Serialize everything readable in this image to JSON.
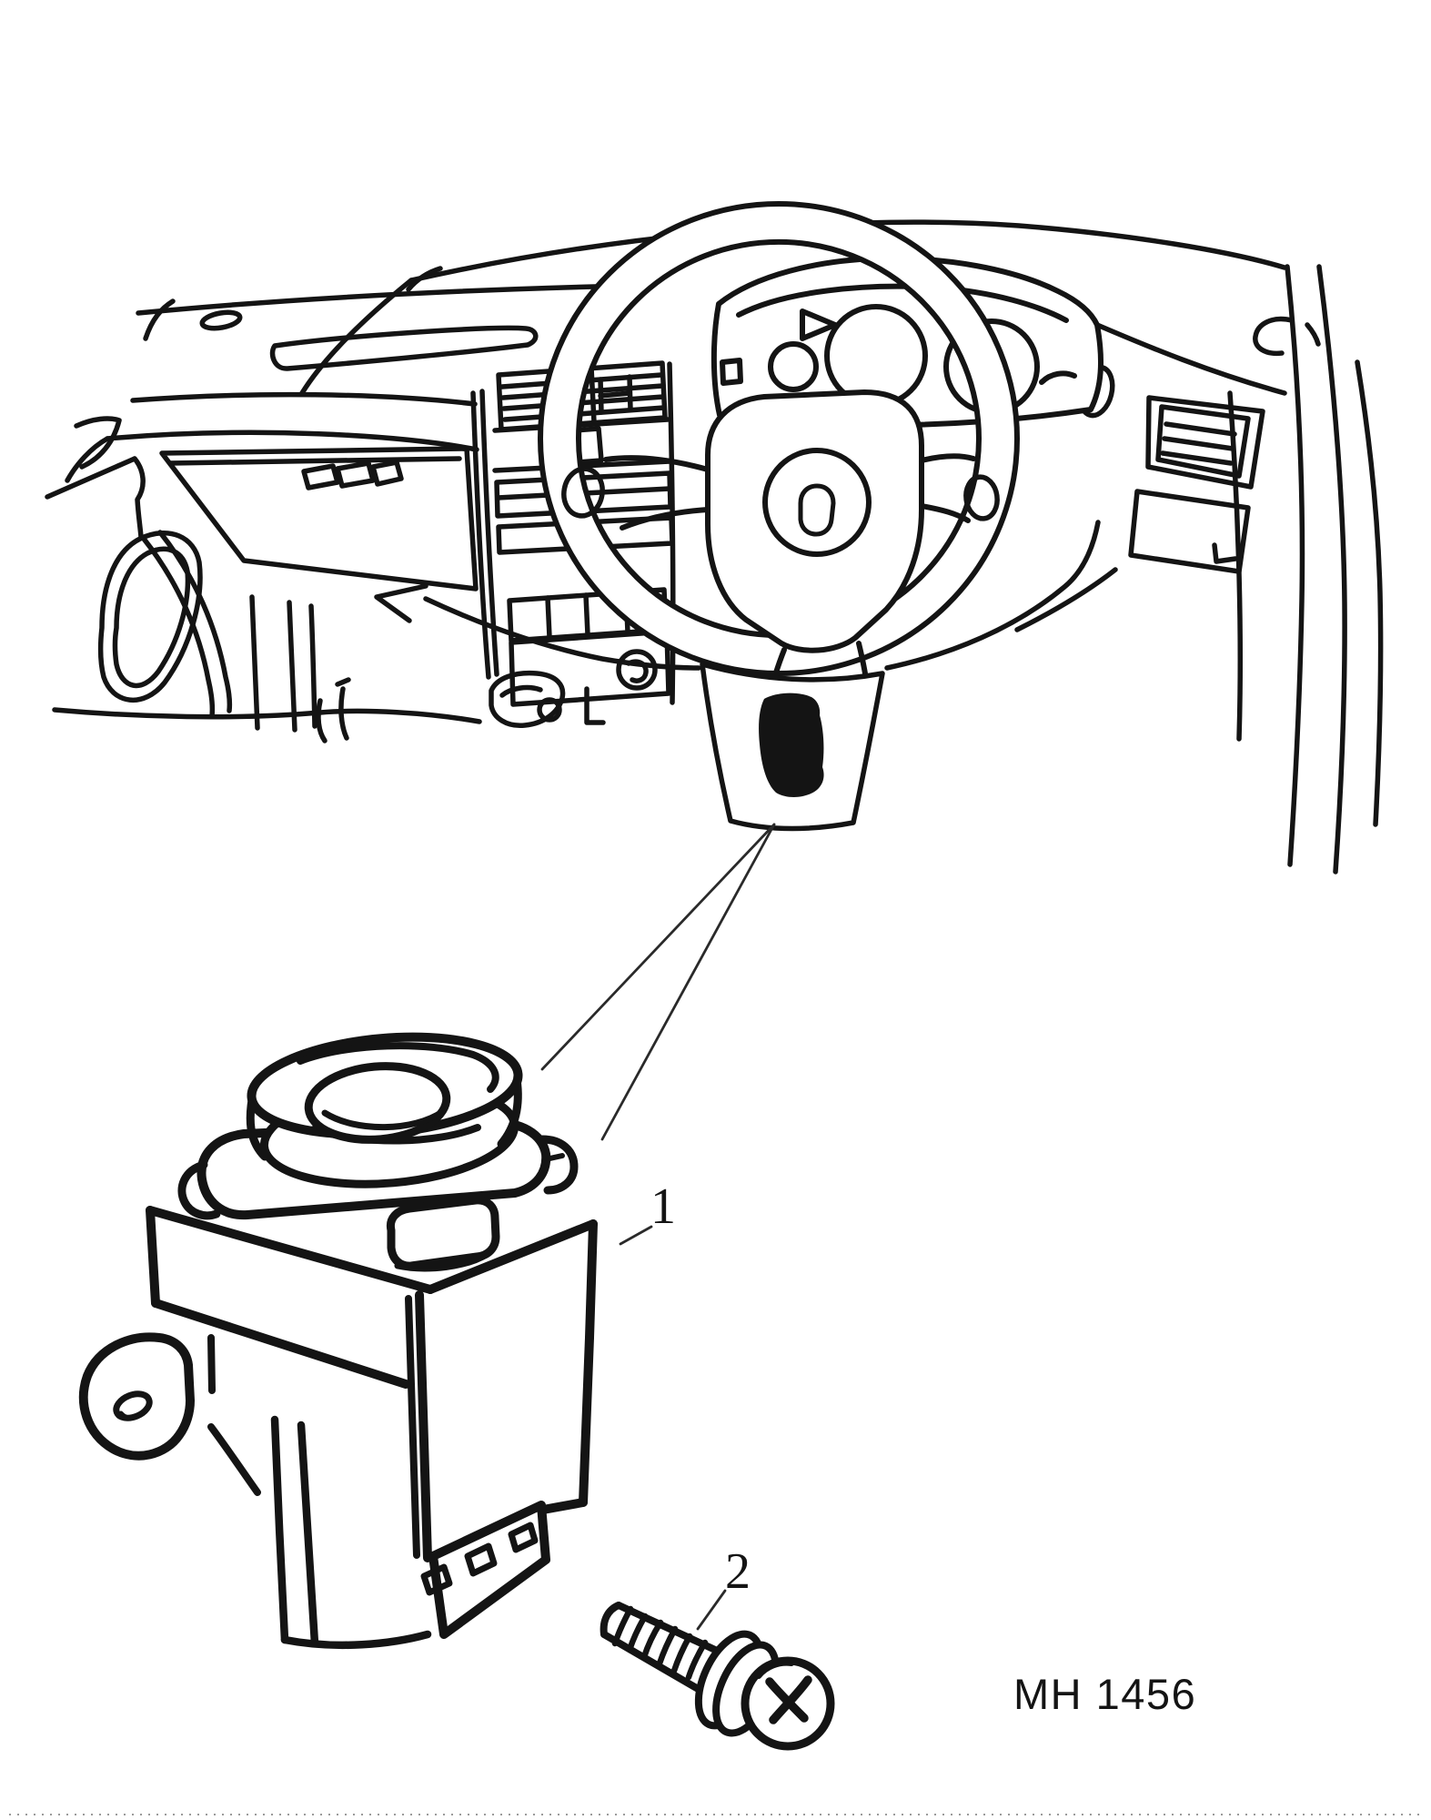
{
  "figure": {
    "background": "#ffffff",
    "ink": "#141414",
    "callouts": {
      "part1": "1",
      "part2": "2"
    },
    "reference_code": "MH 1456"
  }
}
